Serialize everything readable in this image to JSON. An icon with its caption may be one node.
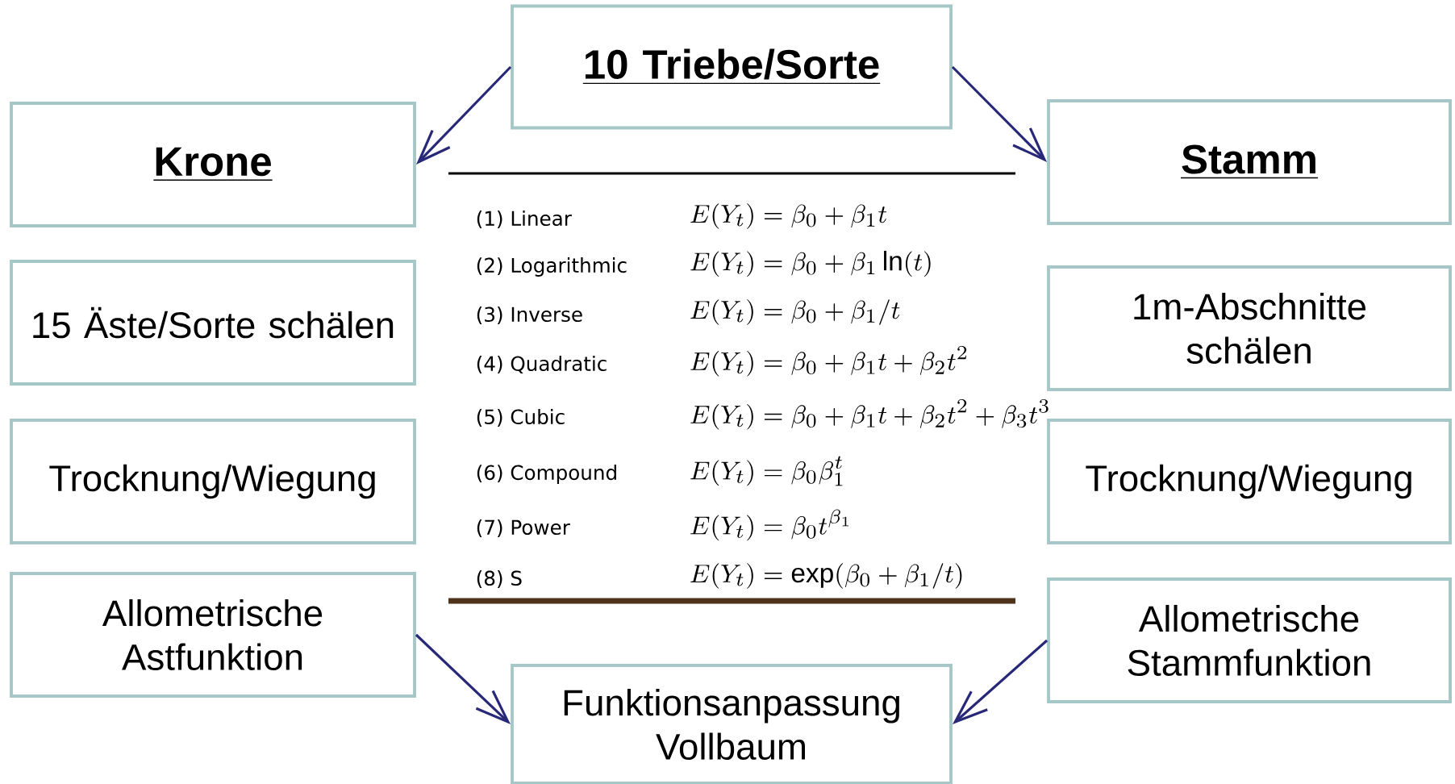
{
  "diagram": {
    "nodes": [
      {
        "text": [
          "10 Triebe/Sorte"
        ]
      },
      {
        "text": [
          "Krone"
        ]
      },
      {
        "text": [
          "Stamm"
        ]
      },
      {
        "text": [
          "15 Äste/Sorte schälen"
        ]
      },
      {
        "text": [
          "1m-Abschnitte schälen"
        ]
      },
      {
        "text": [
          "Trocknung/Wiegung"
        ]
      },
      {
        "text": [
          "Trocknung/Wiegung"
        ]
      },
      {
        "text": [
          "Allometrische Astfunktion"
        ]
      },
      {
        "text": [
          "Allometrische Stammfunktion"
        ]
      },
      {
        "text": [
          "Funktionsanpassung Vollbaum"
        ]
      }
    ],
    "edges": [
      {
        "from": 0,
        "to": 1,
        "arrow": "to"
      },
      {
        "from": 0,
        "to": 2,
        "arrow": "to"
      },
      {
        "from": 7,
        "to": 9,
        "arrow": "to"
      },
      {
        "from": 8,
        "to": 9,
        "arrow": "to"
      }
    ],
    "labels": [
      "(1) Linear",
      "E(Y_t)=\\beta_0+\\beta_1 t",
      "(2) Logarithmic",
      "E(Y_t)=\\beta_0+\\beta_1\\ln(t)",
      "(3) Inverse",
      "E(Y_t)=\\beta_0+\\beta_1/t",
      "(4) Quadratic",
      "E(Y_t)=\\beta_0+\\beta_1 t+\\beta_2 t^2",
      "(5) Cubic",
      "E(Y_t)=\\beta_0+\\beta_1 t+\\beta_2 t^2+\\beta_3 t^3",
      "(6) Compound",
      "E(Y_t)=\\beta_0\\beta_1^t",
      "(7) Power",
      "E(Y_t)=\\beta_0 t^{\\beta_1}",
      "(8) S",
      "E(Y_t)=\\exp(\\beta_0+\\beta_1/t)"
    ]
  }
}
